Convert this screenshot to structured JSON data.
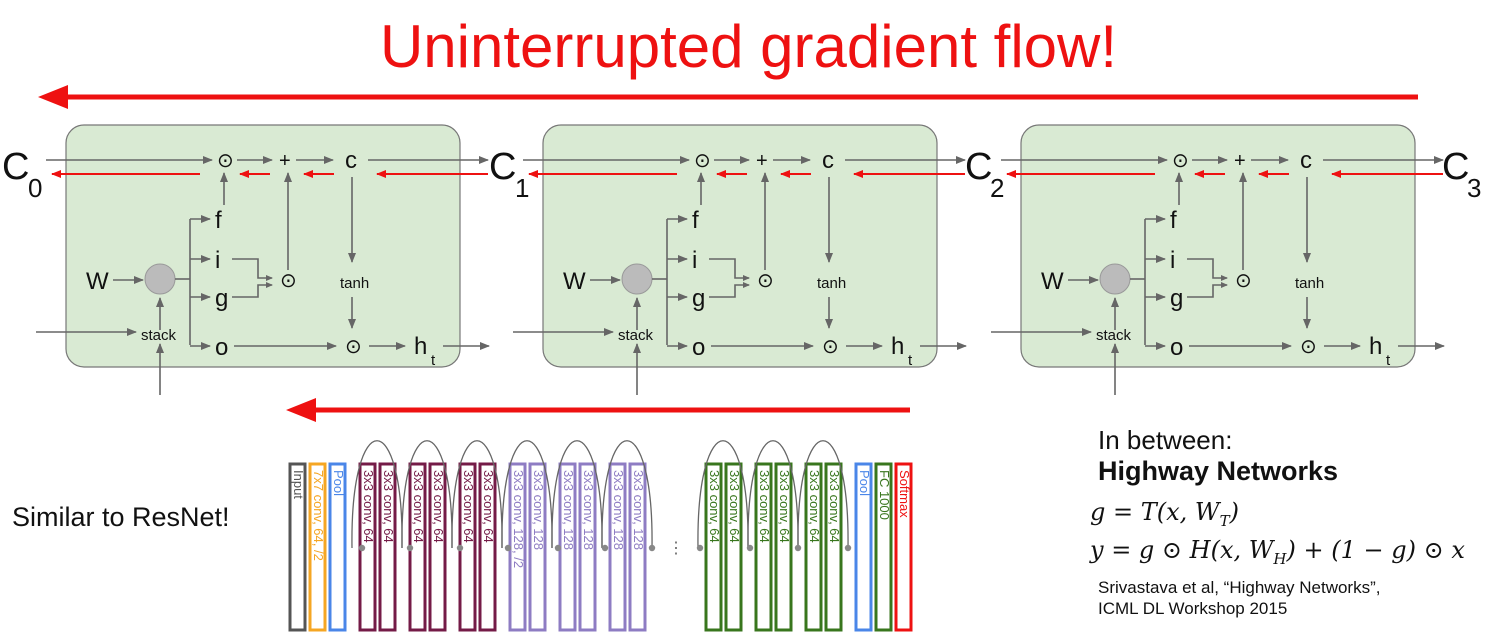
{
  "title": "Uninterrupted gradient flow!",
  "lstm": {
    "cell_states": [
      "C",
      "C",
      "C",
      "C"
    ],
    "cell_subscripts": [
      "0",
      "1",
      "2",
      "3"
    ],
    "gates": [
      "f",
      "i",
      "g",
      "o"
    ],
    "input_w": "W",
    "stack": "stack",
    "c": "c",
    "tanh": "tanh",
    "h": "h",
    "h_sub": "t",
    "odot": "⊙",
    "plus": "+"
  },
  "resnet": {
    "label": "Similar to ResNet!",
    "layers": [
      {
        "label": "Input",
        "color": "#555555"
      },
      {
        "label": "7x7 conv, 64, /2",
        "color": "#f5a623"
      },
      {
        "label": "Pool",
        "color": "#4a86e8"
      },
      {
        "label": "3x3 conv, 64",
        "color": "#741b47"
      },
      {
        "label": "3x3 conv, 64",
        "color": "#741b47"
      },
      {
        "label": "3x3 conv, 64",
        "color": "#741b47"
      },
      {
        "label": "3x3 conv, 64",
        "color": "#741b47"
      },
      {
        "label": "3x3 conv, 64",
        "color": "#741b47"
      },
      {
        "label": "3x3 conv, 64",
        "color": "#741b47"
      },
      {
        "label": "3x3 conv, 128, /2",
        "color": "#8e7cc3"
      },
      {
        "label": "3x3 conv, 128",
        "color": "#8e7cc3"
      },
      {
        "label": "3x3 conv, 128",
        "color": "#8e7cc3"
      },
      {
        "label": "3x3 conv, 128",
        "color": "#8e7cc3"
      },
      {
        "label": "3x3 conv, 128",
        "color": "#8e7cc3"
      },
      {
        "label": "3x3 conv, 128",
        "color": "#8e7cc3"
      },
      {
        "label": "3x3 conv, 64",
        "color": "#38761d"
      },
      {
        "label": "3x3 conv, 64",
        "color": "#38761d"
      },
      {
        "label": "3x3 conv, 64",
        "color": "#38761d"
      },
      {
        "label": "3x3 conv, 64",
        "color": "#38761d"
      },
      {
        "label": "3x3 conv, 64",
        "color": "#38761d"
      },
      {
        "label": "3x3 conv, 64",
        "color": "#38761d"
      },
      {
        "label": "Pool",
        "color": "#4a86e8"
      },
      {
        "label": "FC 1000",
        "color": "#38761d"
      },
      {
        "label": "Softmax",
        "color": "#ee1111"
      }
    ]
  },
  "highway": {
    "intro": "In between:",
    "name": "Highway Networks",
    "eq1": "g = T(x, W_T)",
    "eq2": "y = g ⊙ H(x, W_H) + (1 − g) ⊙ x",
    "citation_line1": "Srivastava et al, “Highway Networks”,",
    "citation_line2": "ICML DL Workshop 2015"
  },
  "colors": {
    "accent_red": "#ee1111",
    "cell_fill": "#d9ead3",
    "arrow_gray": "#666666"
  }
}
